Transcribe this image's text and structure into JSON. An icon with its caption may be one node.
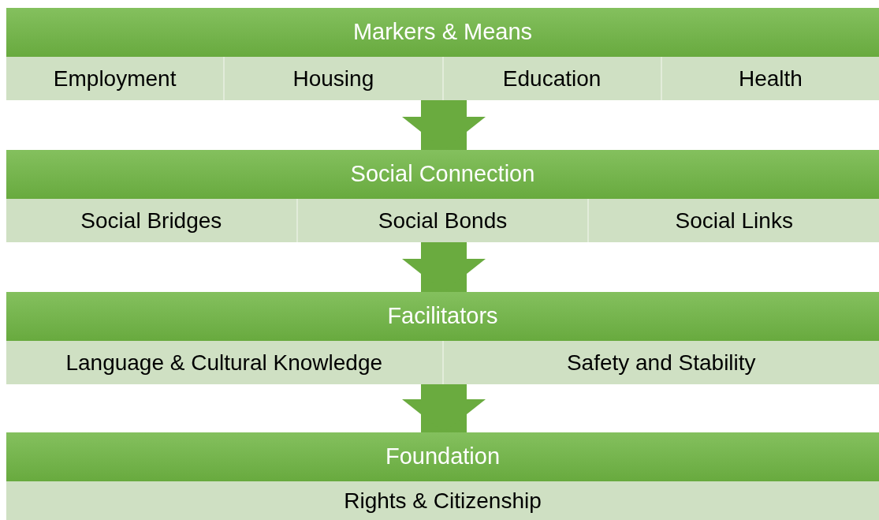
{
  "diagram": {
    "nodes": [
      {
        "text": [
          "Markers & Means"
        ]
      },
      {
        "text": [
          "Employment"
        ]
      },
      {
        "text": [
          "Housing"
        ]
      },
      {
        "text": [
          "Education"
        ]
      },
      {
        "text": [
          "Health"
        ]
      },
      {
        "text": [
          "Social Connection"
        ]
      },
      {
        "text": [
          "Social Bridges"
        ]
      },
      {
        "text": [
          "Social Bonds"
        ]
      },
      {
        "text": [
          "Social Links"
        ]
      },
      {
        "text": [
          "Facilitators"
        ]
      },
      {
        "text": [
          "Language & Cultural Knowledge"
        ]
      },
      {
        "text": [
          "Safety and Stability"
        ]
      },
      {
        "text": [
          "Foundation"
        ]
      },
      {
        "text": [
          "Rights & Citizenship"
        ]
      }
    ],
    "edges": [
      {
        "from": 3,
        "to": 5,
        "arrow": "to"
      },
      {
        "from": 7,
        "to": 9,
        "arrow": "to"
      },
      {
        "from": 11,
        "to": 12,
        "arrow": "to"
      }
    ]
  }
}
